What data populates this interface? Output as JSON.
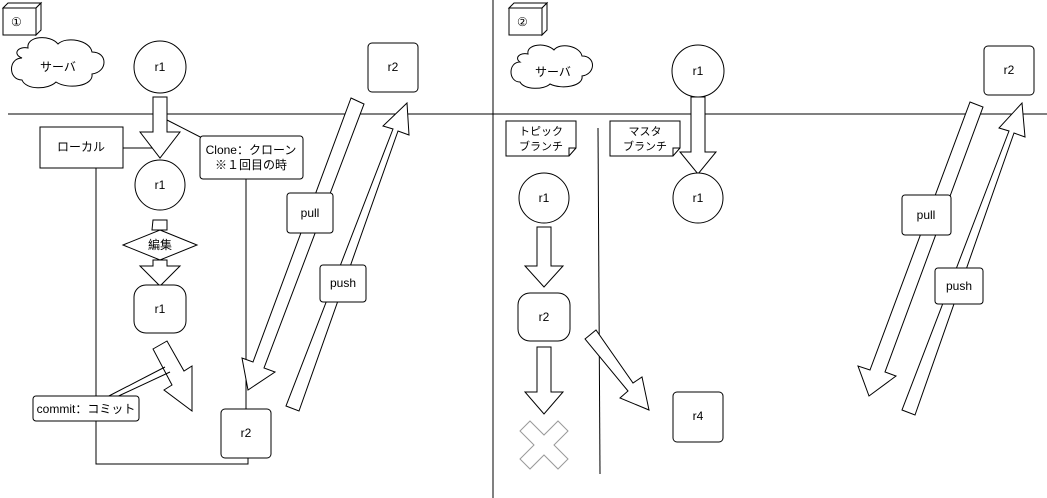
{
  "section1": {
    "number": "①",
    "server": "サーバ",
    "server_r1": "r1",
    "server_r2": "r2",
    "local": "ローカル",
    "clone_line1": "Clone：クローン",
    "clone_line2": "※１回目の時",
    "local_r1": "r1",
    "edit": "編集",
    "edited_r1": "r1",
    "commit": "commit：コミット",
    "local_r2": "r2",
    "pull": "pull",
    "push": "push"
  },
  "section2": {
    "number": "②",
    "server": "サーバ",
    "server_r1": "r1",
    "server_r2": "r2",
    "topic_line1": "トピック",
    "topic_line2": "ブランチ",
    "master_line1": "マスタ",
    "master_line2": "ブランチ",
    "topic_r1": "r1",
    "topic_r2": "r2",
    "master_r1": "r1",
    "master_r4": "r4",
    "pull": "pull",
    "push": "push"
  }
}
